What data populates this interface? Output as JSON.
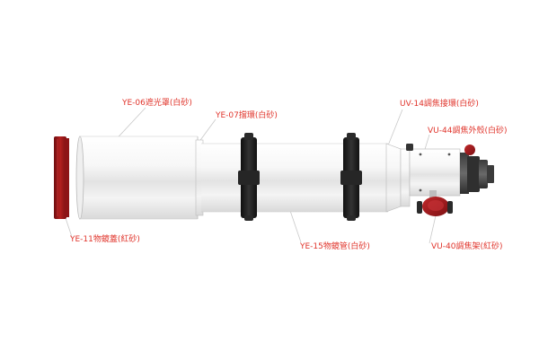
{
  "colors": {
    "label_text": "#e0342b",
    "leader_line": "#c9c9c9",
    "tube_light": "#f7f7f7",
    "tube_mid": "#e6e6e6",
    "tube_edge": "#b9b9b9",
    "cap_red": "#a3191c",
    "cap_red_dark": "#6e0d10",
    "ring_black": "#1e1e1e",
    "focuser_steel": "#4a4a4a"
  },
  "labels": {
    "dew_shield": "YE-06遮光罩(白砂)",
    "ring_band": "YE-07擋環(白砂)",
    "focuser_adapter": "UV-14調焦接環(白砂)",
    "focuser_housing": "VU-44調焦外殼(白砂)",
    "lens_cap": "YE-11物鏡蓋(紅砂)",
    "main_tube": "YE-15物鏡管(白砂)",
    "focuser_bracket": "VU-40調焦架(紅砂)"
  }
}
